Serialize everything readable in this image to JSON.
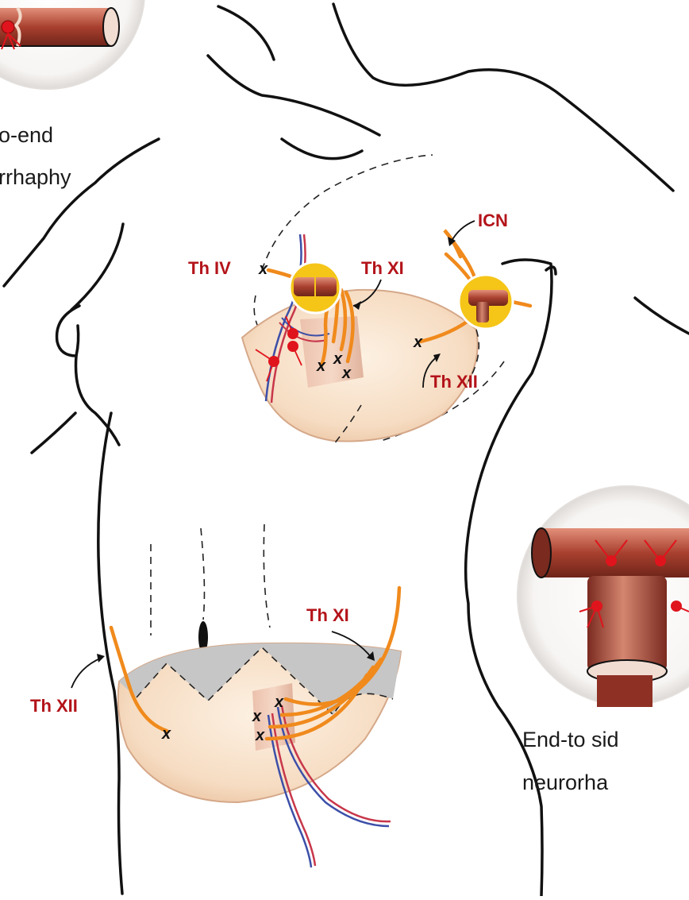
{
  "labels": {
    "th_iv": "Th IV",
    "th_xi_upper": "Th XI",
    "icn": "ICN",
    "th_xii_upper": "Th XII",
    "th_xii_lower": "Th XII",
    "th_xi_lower": "Th XI"
  },
  "captions": {
    "end_to_end_line1": "o-end",
    "end_to_end_line2": "rrhaphy",
    "end_to_side_line1": "End-to sid",
    "end_to_side_line2": "neurorha"
  },
  "markers": {
    "suture": "x"
  },
  "colors": {
    "label_red": "#b3141a",
    "nerve_orange": "#f08a1c",
    "flap_skin": "#f6dcc2",
    "nerve_tube": "#9b3a2c",
    "highlight_yellow": "#f5c518",
    "outline": "#111111"
  }
}
